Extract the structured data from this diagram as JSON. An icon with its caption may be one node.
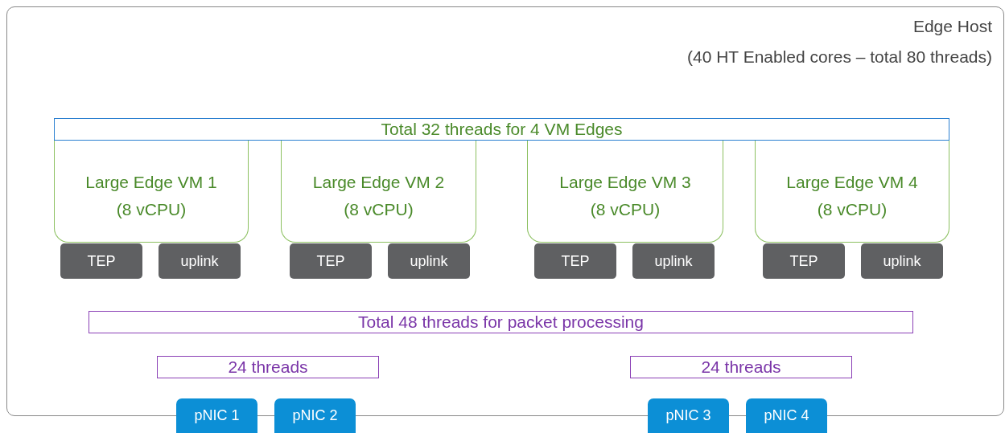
{
  "diagram": {
    "nodes": [
      {
        "text": [
          "Edge Host",
          "(40 HT Enabled cores – total 80 threads)"
        ]
      },
      {
        "text": [
          "Total 32 threads for 4 VM Edges"
        ],
        "in": 0
      },
      {
        "text": [
          "Large Edge VM 1",
          "(8 vCPU)"
        ],
        "in": 0
      },
      {
        "text": [
          "Large Edge VM 2",
          "(8 vCPU)"
        ],
        "in": 0
      },
      {
        "text": [
          "Large Edge VM 3",
          "(8 vCPU)"
        ],
        "in": 0
      },
      {
        "text": [
          "Large Edge VM 4",
          "(8 vCPU)"
        ],
        "in": 0
      },
      {
        "text": [
          "TEP"
        ],
        "in": 0
      },
      {
        "text": [
          "uplink"
        ],
        "in": 0
      },
      {
        "text": [
          "TEP"
        ],
        "in": 0
      },
      {
        "text": [
          "uplink"
        ],
        "in": 0
      },
      {
        "text": [
          "TEP"
        ],
        "in": 0
      },
      {
        "text": [
          "uplink"
        ],
        "in": 0
      },
      {
        "text": [
          "TEP"
        ],
        "in": 0
      },
      {
        "text": [
          "uplink"
        ],
        "in": 0
      },
      {
        "text": [
          "Total 48 threads for packet processing"
        ],
        "in": 0
      },
      {
        "text": [
          "24 threads"
        ],
        "in": 0
      },
      {
        "text": [
          "24 threads"
        ],
        "in": 0
      },
      {
        "text": [
          "pNIC 1"
        ]
      },
      {
        "text": [
          "pNIC 2"
        ]
      },
      {
        "text": [
          "pNIC 3"
        ]
      },
      {
        "text": [
          "pNIC 4"
        ]
      }
    ]
  }
}
